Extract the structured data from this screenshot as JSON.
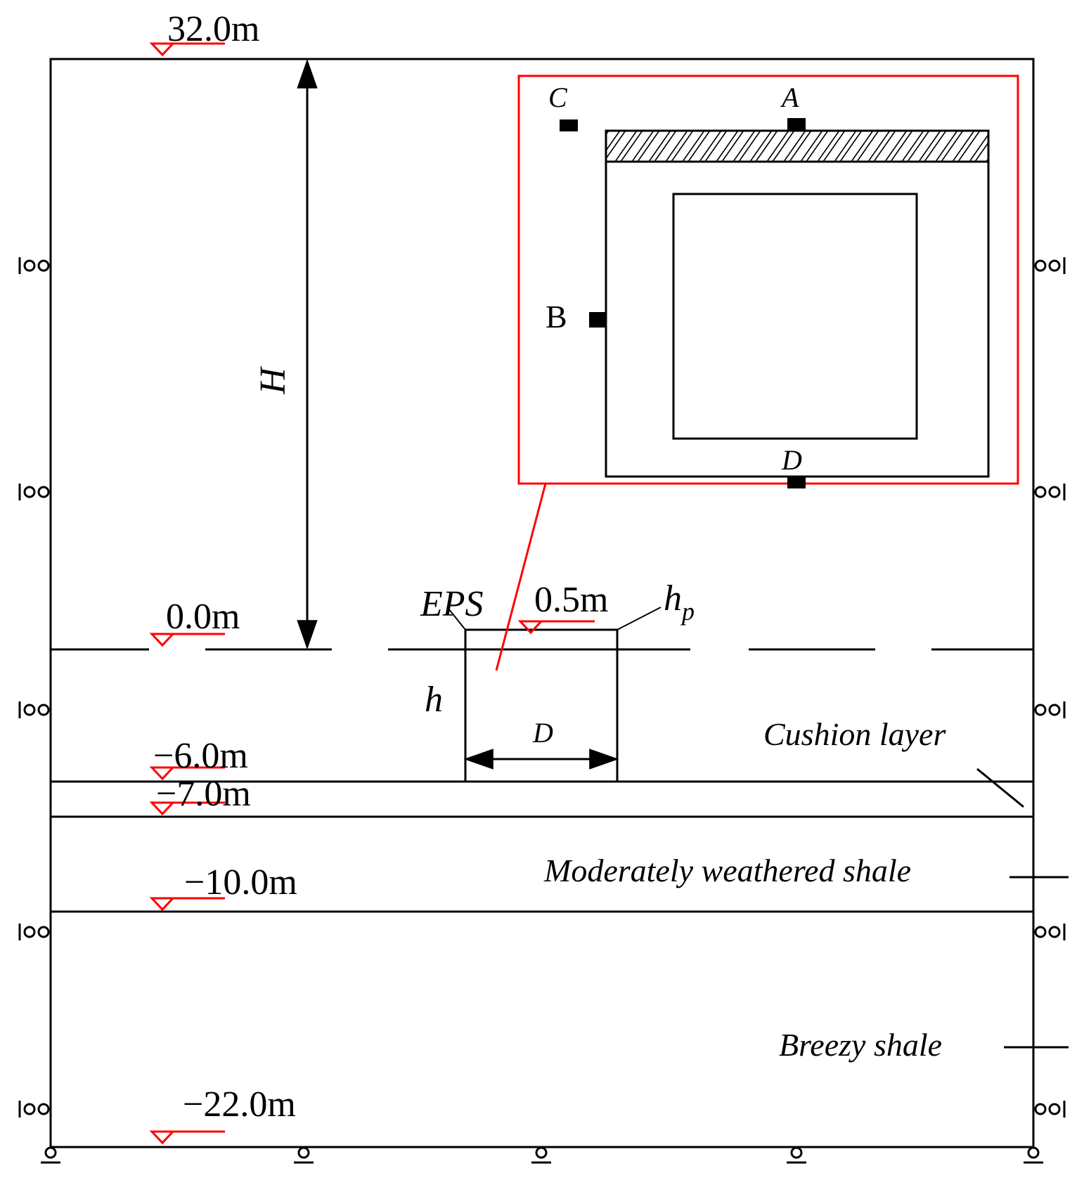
{
  "elevations": {
    "top": "32.0m",
    "ground": "0.0m",
    "e_minus6": "−6.0m",
    "e_minus7": "−7.0m",
    "e_minus10": "−10.0m",
    "bottom": "−22.0m"
  },
  "dimensions": {
    "H": "H",
    "h": "h",
    "hp_base": "h",
    "hp_sub": "p",
    "D": "D",
    "eps": "EPS",
    "eps_thickness": "0.5m"
  },
  "points": {
    "A": "A",
    "B": "B",
    "C": "C",
    "D": "D"
  },
  "layers": {
    "cushion": "Cushion layer",
    "moderately_weathered": "Moderately weathered shale",
    "breezy": "Breezy shale"
  },
  "colors": {
    "line": "#000000",
    "accent": "#ff0000"
  }
}
